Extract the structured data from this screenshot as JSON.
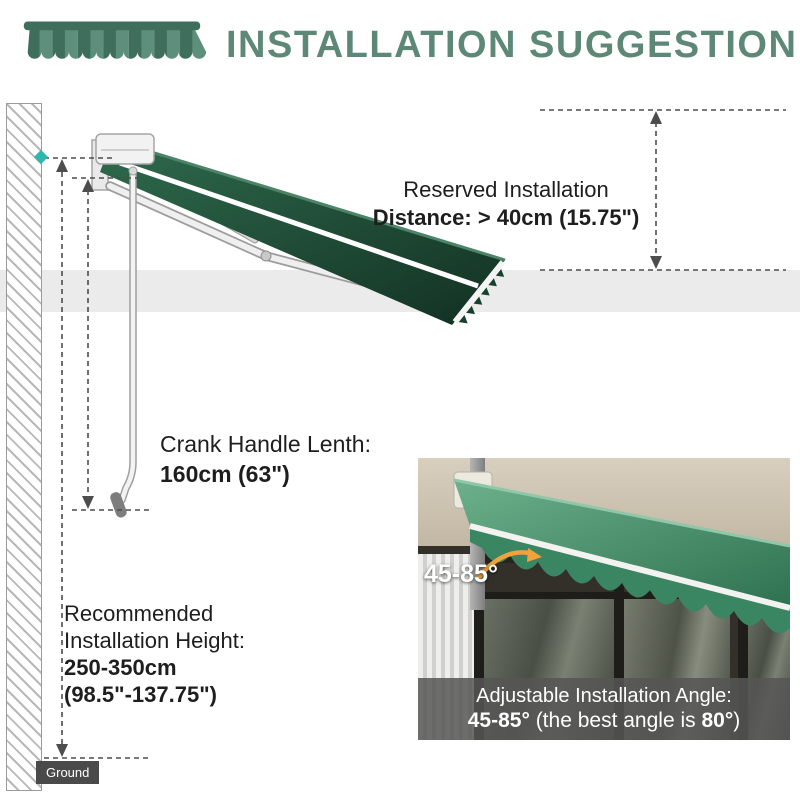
{
  "header": {
    "title": "INSTALLATION SUGGESTION"
  },
  "measurements": {
    "reserved": {
      "line1": "Reserved Installation",
      "line2": "Distance: > 40cm (15.75\")"
    },
    "crank": {
      "line1": "Crank Handle Lenth:",
      "line2": "160cm (63\")"
    },
    "height": {
      "line1": "Recommended",
      "line2": "Installation Height:",
      "line3": "250-350cm",
      "line4": "(98.5\"-137.75\")"
    },
    "ground": "Ground"
  },
  "inset": {
    "angle_badge": "45-85°",
    "caption": {
      "line1": "Adjustable Installation Angle:",
      "line2_bold1": "45-85°",
      "line2_mid": " (the best angle is ",
      "line2_bold2": "80°",
      "line2_end": ")"
    }
  },
  "colors": {
    "accent_green": "#5d8878",
    "fabric_dark": "#17402e",
    "fabric_mid": "#2a5f46",
    "orange": "#f2a23a",
    "line": "#4d4d4d",
    "band": "#ebebeb"
  }
}
